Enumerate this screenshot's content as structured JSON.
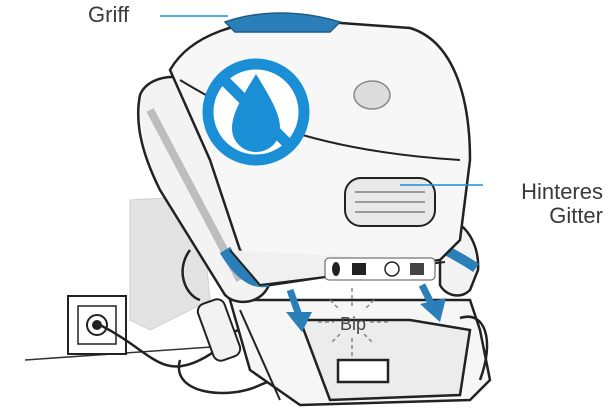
{
  "labels": {
    "griff": "Griff",
    "hinteres_line1": "Hinteres",
    "hinteres_line2": "Gitter",
    "bip": "Bip"
  },
  "colors": {
    "accent": "#1a8fd6",
    "band": "#2b7fb8",
    "outline": "#1e1e1e",
    "body_light": "#f4f4f4",
    "shadow": "#d8d8d8"
  },
  "icons": {
    "no_water": "no-water-icon",
    "outlet": "power-outlet-icon"
  }
}
